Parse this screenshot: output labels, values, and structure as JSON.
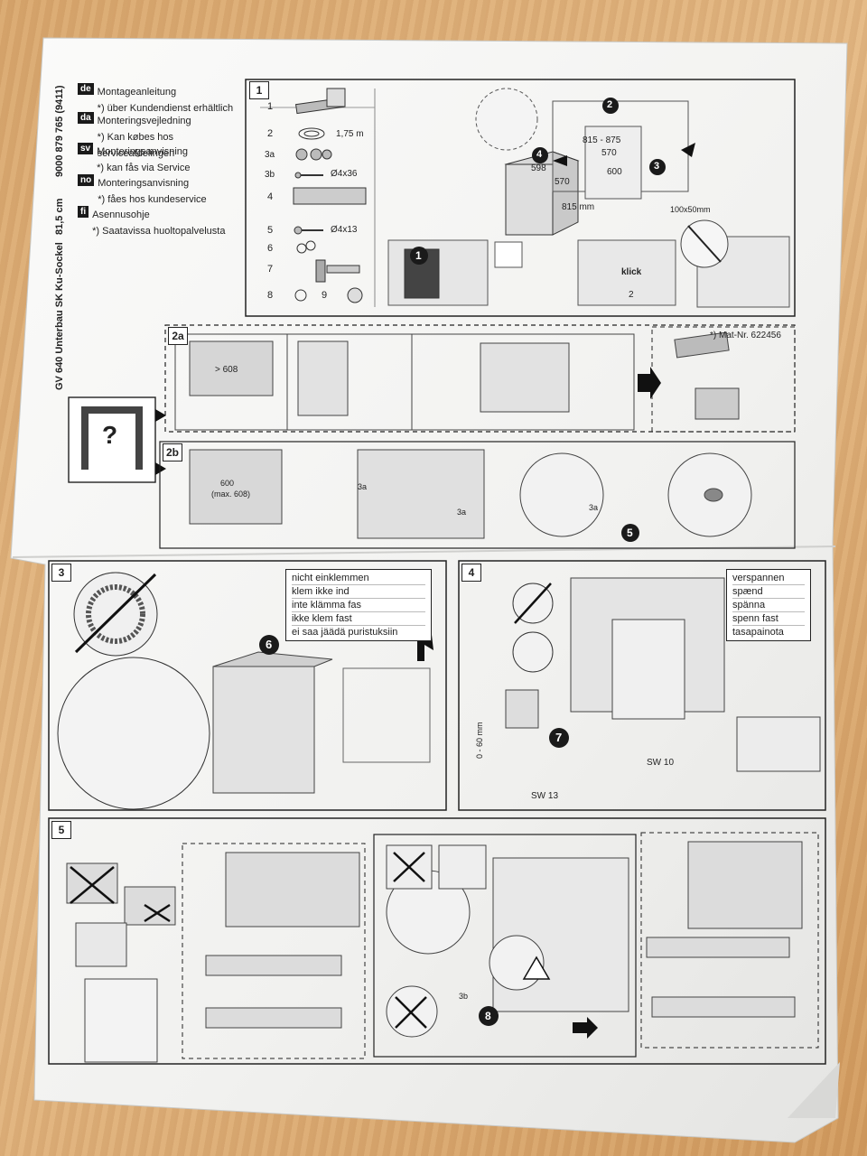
{
  "languages": [
    {
      "code": "de",
      "title": "Montageanleitung",
      "note": "*) über Kundendienst erhältlich"
    },
    {
      "code": "da",
      "title": "Monteringsvejledning",
      "note": "*) Kan købes hos serviceafdelingen"
    },
    {
      "code": "sv",
      "title": "Monteringsanvisning",
      "note": "*) kan fås via Service"
    },
    {
      "code": "no",
      "title": "Monteringsanvisning",
      "note": "*) fåes hos kundeservice"
    },
    {
      "code": "fi",
      "title": "Asennusohje",
      "note": "*) Saatavissa huoltopalvelusta"
    }
  ],
  "side_text": {
    "model": "GV 640 Unterbau SK Ku-Sockel",
    "size": "81,5 cm",
    "code": "9000 879 765 (9411)"
  },
  "panels": {
    "p1": "1",
    "p2a": "2a",
    "p2b": "2b",
    "p3": "3",
    "p4": "4",
    "p5": "5"
  },
  "parts": [
    {
      "num": "1",
      "label": ""
    },
    {
      "num": "2",
      "label": "1,75 m"
    },
    {
      "num": "3a",
      "label": ""
    },
    {
      "num": "3b",
      "label": "Ø4x36"
    },
    {
      "num": "4",
      "label": ""
    },
    {
      "num": "5",
      "label": "Ø4x13"
    },
    {
      "num": "6",
      "label": ""
    },
    {
      "num": "7",
      "label": ""
    },
    {
      "num": "8",
      "label": ""
    },
    {
      "num": "9",
      "label": ""
    }
  ],
  "dims": {
    "w598": "598",
    "d570": "570",
    "h815_875": "815 - 875",
    "d570b": "570",
    "w600": "600",
    "h815mm": "815 mm",
    "hole": "100x50mm",
    "gt608": "> 608",
    "max600": "600",
    "max608": "(max. 608)",
    "range": "0 - 60 mm",
    "sw13": "SW 13",
    "sw10": "SW 10"
  },
  "labels": {
    "klick": "klick",
    "matnr": "*) Mat-Nr. 622456",
    "question": "?"
  },
  "step_numbers": {
    "s1": "1",
    "s2": "2",
    "s3": "3",
    "s4": "4",
    "s5": "5",
    "s6": "6",
    "s7": "7",
    "s8": "8"
  },
  "callouts": {
    "c3a": "3a",
    "c3b": "3b",
    "c2": "2"
  },
  "clamp_words": [
    "nicht einklemmen",
    "klem ikke ind",
    "inte klämma fas",
    "ikke klem fast",
    "ei saa jäädä puristuksiin"
  ],
  "brace_words": [
    "verspannen",
    "spænd",
    "spänna",
    "spenn fast",
    "tasapainota"
  ]
}
